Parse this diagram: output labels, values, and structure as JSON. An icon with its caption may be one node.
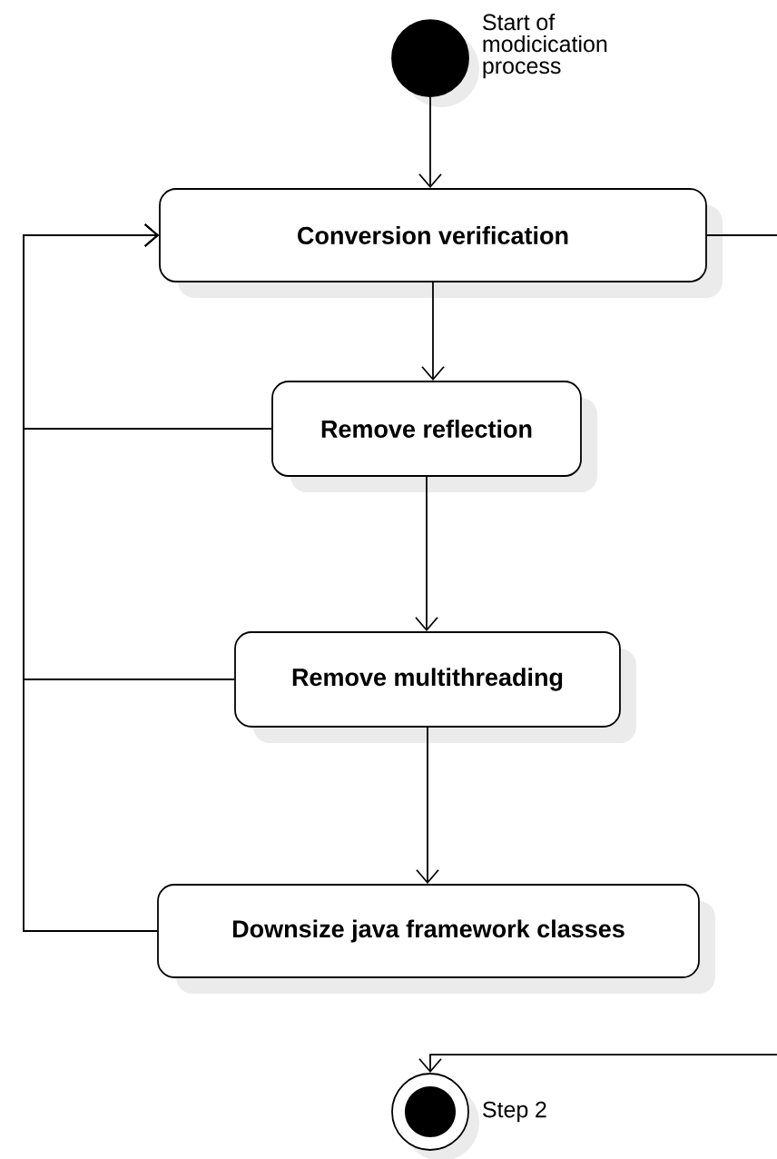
{
  "diagram": {
    "nodes": [
      {
        "text": [],
        "shape": "circle",
        "beside": [
          "Start of modicication process"
        ]
      },
      {
        "text": [
          "Conversion verification"
        ]
      },
      {
        "text": [
          "Remove reflection"
        ]
      },
      {
        "text": [
          "Remove multithreading"
        ]
      },
      {
        "text": [
          "Downsize java framework classes"
        ]
      },
      {
        "text": [],
        "shape": "circle",
        "beside": [
          "Step 2"
        ]
      }
    ],
    "edges": [
      {
        "from": 0,
        "to": 1,
        "arrow": "to"
      },
      {
        "from": 1,
        "to": 2,
        "arrow": "to"
      },
      {
        "from": 2,
        "to": 3,
        "arrow": "to"
      },
      {
        "from": 3,
        "to": 4,
        "arrow": "to"
      },
      {
        "from": 2,
        "to": 1,
        "arrow": "to"
      },
      {
        "from": 3,
        "to": 1,
        "arrow": "to"
      },
      {
        "from": 4,
        "to": 1,
        "arrow": "to"
      },
      {
        "from": 1,
        "to": 5,
        "arrow": "to"
      }
    ]
  }
}
